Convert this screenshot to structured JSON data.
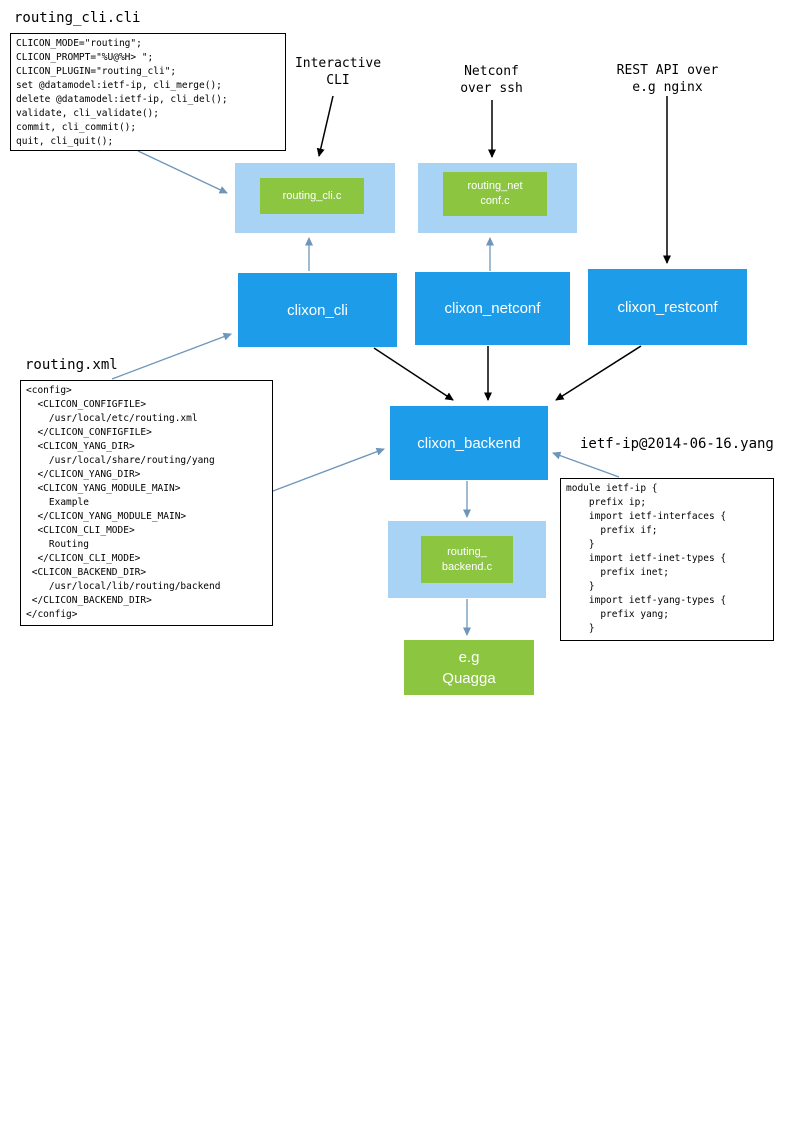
{
  "labels": {
    "cli_file_title": "routing_cli.cli",
    "interactive_cli": "Interactive\nCLI",
    "netconf_ssh": "Netconf\nover ssh",
    "rest_api": "REST API over\ne.g nginx",
    "xml_file_title": "routing.xml",
    "yang_file_title": "ietf-ip@2014-06-16.yang"
  },
  "code": {
    "cli_config": "CLICON_MODE=\"routing\";\nCLICON_PROMPT=\"%U@%H> \";\nCLICON_PLUGIN=\"routing_cli\";\nset @datamodel:ietf-ip, cli_merge();\ndelete @datamodel:ietf-ip, cli_del();\nvalidate, cli_validate();\ncommit, cli_commit();\nquit, cli_quit();",
    "xml_config": "<config>\n  <CLICON_CONFIGFILE>\n    /usr/local/etc/routing.xml\n  </CLICON_CONFIGFILE>\n  <CLICON_YANG_DIR>\n    /usr/local/share/routing/yang\n  </CLICON_YANG_DIR>\n  <CLICON_YANG_MODULE_MAIN>\n    Example\n  </CLICON_YANG_MODULE_MAIN>\n  <CLICON_CLI_MODE>\n    Routing\n  </CLICON_CLI_MODE>\n <CLICON_BACKEND_DIR>\n    /usr/local/lib/routing/backend\n </CLICON_BACKEND_DIR>\n</config>",
    "yang_module": "module ietf-ip {\n    prefix ip;\n    import ietf-interfaces {\n      prefix if;\n    }\n    import ietf-inet-types {\n      prefix inet;\n    }\n    import ietf-yang-types {\n      prefix yang;\n    }"
  },
  "nodes": {
    "routing_cli_c": "routing_cli.c",
    "routing_netconf_c": "routing_net\nconf.c",
    "clixon_cli": "clixon_cli",
    "clixon_netconf": "clixon_netconf",
    "clixon_restconf": "clixon_restconf",
    "clixon_backend": "clixon_backend",
    "routing_backend_c": "routing_\nbackend.c",
    "quagga": "e.g\nQuagga"
  },
  "colors": {
    "node_blue": "#1d9ce9",
    "node_light_blue": "#a8d3f4",
    "node_green": "#8cc640",
    "arrow_black": "#000000",
    "arrow_blue": "#6e96bb"
  }
}
